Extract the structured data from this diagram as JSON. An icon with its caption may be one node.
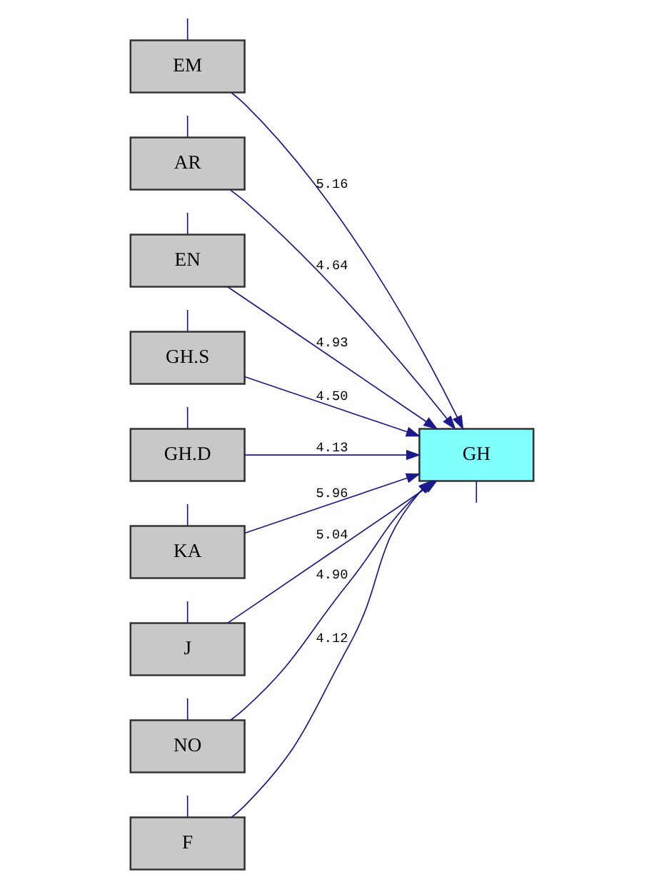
{
  "diagram": {
    "nodes": [
      {
        "text": [
          "F"
        ]
      },
      {
        "text": [
          "EM"
        ]
      },
      {
        "text": [
          "AR"
        ]
      },
      {
        "text": [
          "EN"
        ]
      },
      {
        "text": [
          "GH.S"
        ]
      },
      {
        "text": [
          "GH.D"
        ]
      },
      {
        "text": [
          "KA"
        ]
      },
      {
        "text": [
          "J"
        ]
      },
      {
        "text": [
          "NO"
        ]
      },
      {
        "text": [
          "GH"
        ]
      }
    ],
    "edges": [
      {
        "from": 0,
        "to": 9,
        "arrow": "to",
        "label": "4.12"
      },
      {
        "from": 1,
        "to": 9,
        "arrow": "to",
        "label": "5.16"
      },
      {
        "from": 2,
        "to": 9,
        "arrow": "to",
        "label": "4.64"
      },
      {
        "from": 3,
        "to": 9,
        "arrow": "to",
        "label": "4.93"
      },
      {
        "from": 4,
        "to": 9,
        "arrow": "to",
        "label": "4.50"
      },
      {
        "from": 5,
        "to": 9,
        "arrow": "to",
        "label": "4.13"
      },
      {
        "from": 6,
        "to": 9,
        "arrow": "to",
        "label": "5.96"
      },
      {
        "from": 7,
        "to": 9,
        "arrow": "to",
        "label": "5.04"
      },
      {
        "from": 8,
        "to": 9,
        "arrow": "to",
        "label": "4.90"
      },
      {
        "from": null,
        "to": 0,
        "arrow": "none"
      },
      {
        "from": null,
        "to": 1,
        "arrow": "none"
      },
      {
        "from": null,
        "to": 2,
        "arrow": "none"
      },
      {
        "from": null,
        "to": 3,
        "arrow": "none"
      },
      {
        "from": null,
        "to": 4,
        "arrow": "none"
      },
      {
        "from": null,
        "to": 5,
        "arrow": "none"
      },
      {
        "from": null,
        "to": 6,
        "arrow": "none"
      },
      {
        "from": null,
        "to": 7,
        "arrow": "none"
      },
      {
        "from": null,
        "to": 8,
        "arrow": "none"
      },
      {
        "from": 9,
        "to": null,
        "arrow": "none"
      }
    ]
  }
}
